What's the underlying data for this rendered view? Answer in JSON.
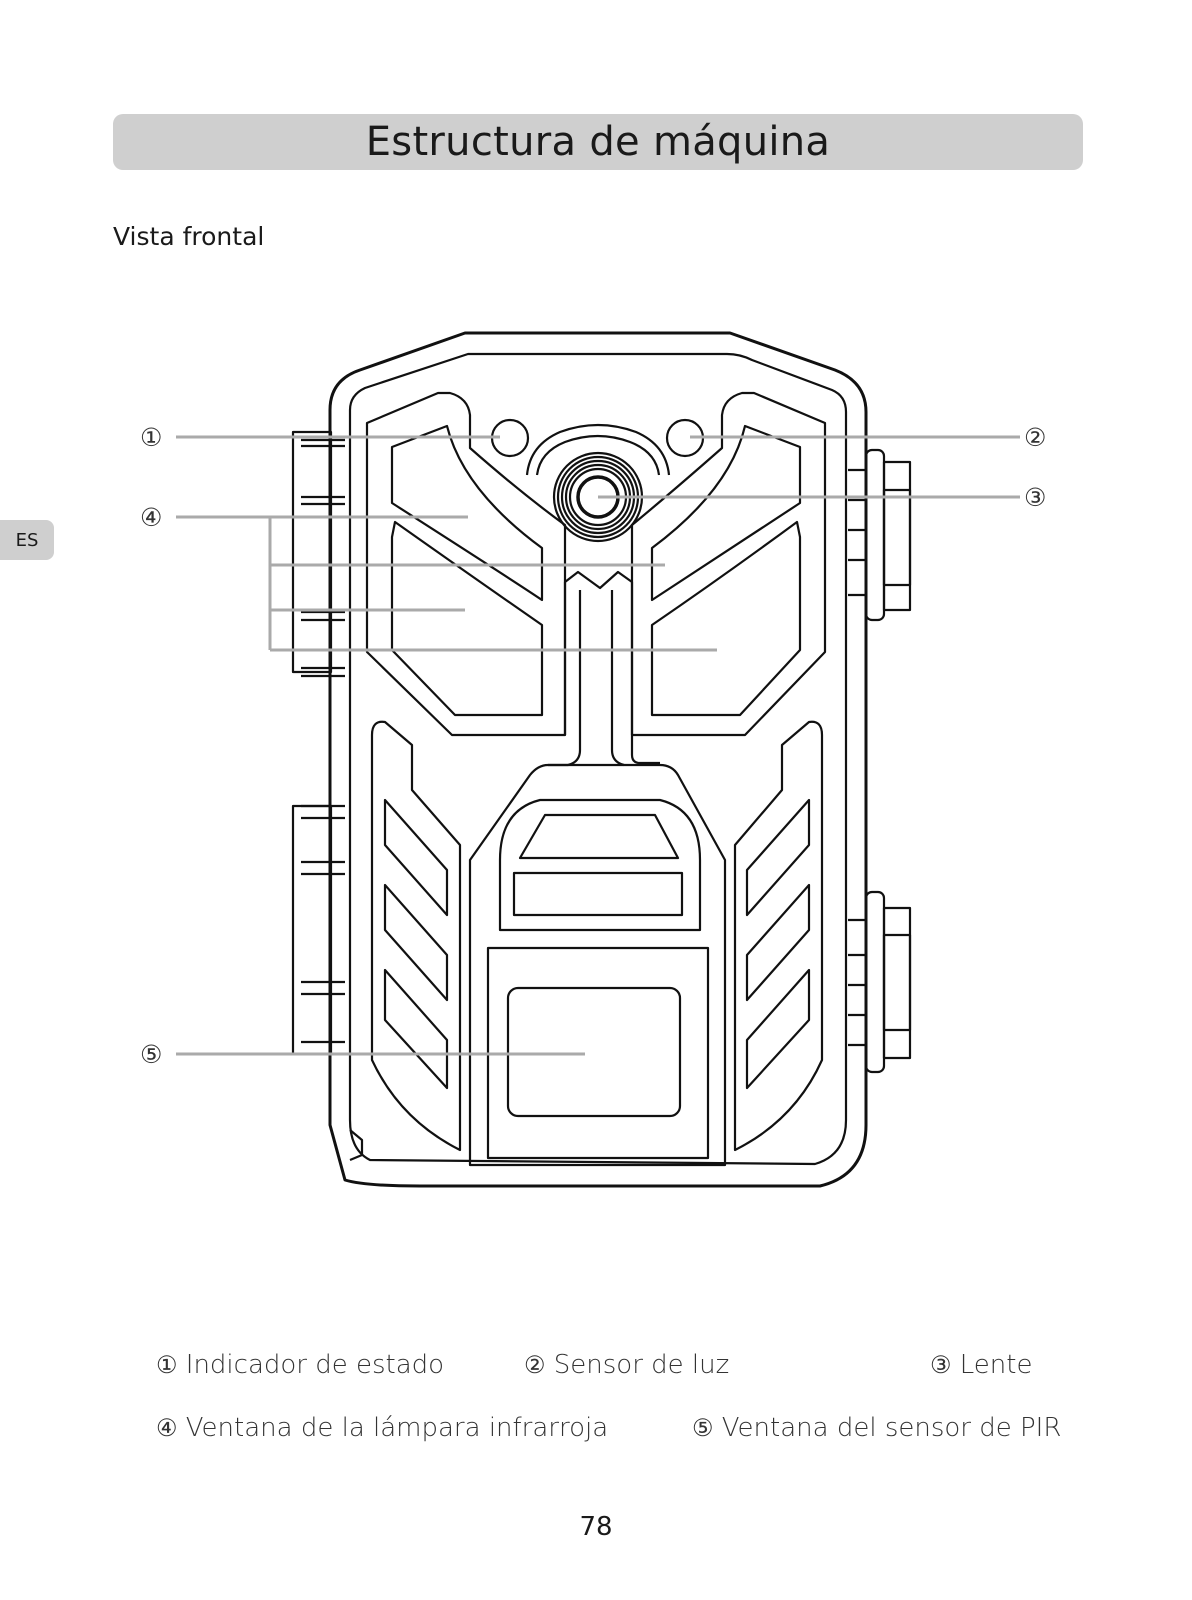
{
  "page": {
    "title": "Estructura de máquina",
    "subtitle": "Vista frontal",
    "lang_tab": "ES",
    "page_number": "78"
  },
  "callouts": {
    "c1": "①",
    "c2": "②",
    "c3": "③",
    "c4": "④",
    "c5": "⑤"
  },
  "legend": [
    {
      "num": "①",
      "label": "Indicador de estado"
    },
    {
      "num": "②",
      "label": "Sensor de luz"
    },
    {
      "num": "③",
      "label": "Lente"
    },
    {
      "num": "④",
      "label": "Ventana de la lámpara infrarroja"
    },
    {
      "num": "⑤",
      "label": "Ventana del sensor de PIR"
    }
  ]
}
